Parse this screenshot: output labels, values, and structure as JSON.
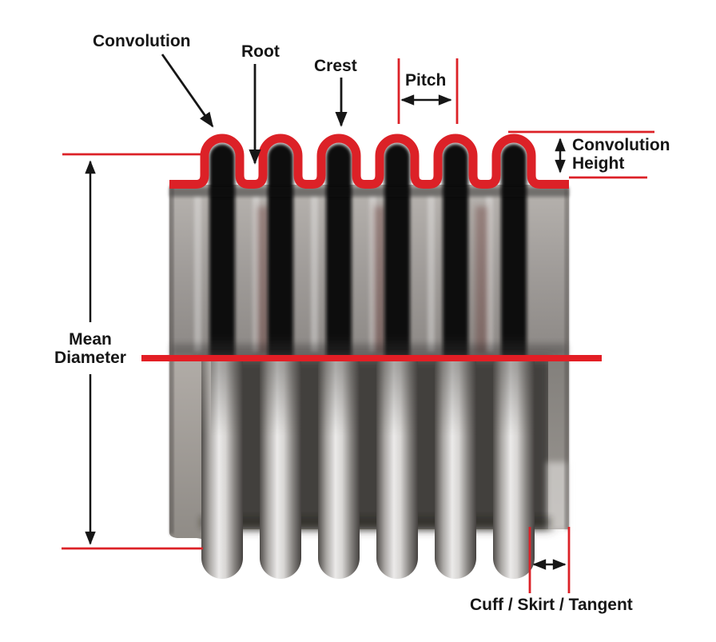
{
  "diagram": {
    "subject": "Bellows convolution nomenclature diagram",
    "labels": {
      "convolution": "Convolution",
      "root": "Root",
      "crest": "Crest",
      "pitch": "Pitch",
      "convolution_height": "Convolution Height",
      "mean_diameter": "Mean Diameter",
      "cuff_skirt_tangent": "Cuff / Skirt / Tangent"
    }
  },
  "colors": {
    "annotation_red": "#DC2127",
    "mean_line_red": "#E31E25",
    "label_text": "#161616",
    "arrow_black": "#161616"
  }
}
